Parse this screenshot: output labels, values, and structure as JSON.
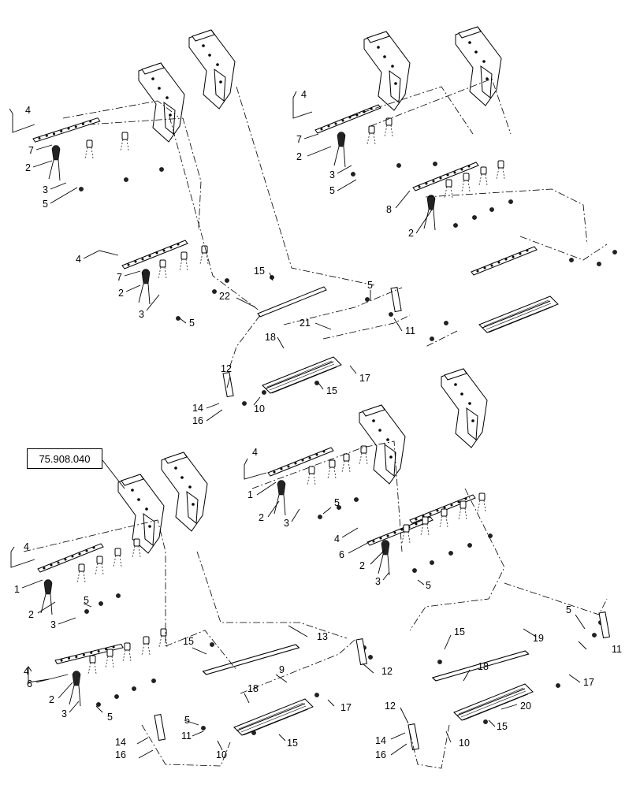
{
  "reference_box": "75.908.040",
  "callouts": [
    {
      "id": "a4",
      "text": "4"
    },
    {
      "id": "a7",
      "text": "7"
    },
    {
      "id": "a2",
      "text": "2"
    },
    {
      "id": "a3",
      "text": "3"
    },
    {
      "id": "a5",
      "text": "5"
    },
    {
      "id": "b4",
      "text": "4"
    },
    {
      "id": "b7",
      "text": "7"
    },
    {
      "id": "b2",
      "text": "2"
    },
    {
      "id": "b3",
      "text": "3"
    },
    {
      "id": "b5",
      "text": "5"
    },
    {
      "id": "c15",
      "text": "15"
    },
    {
      "id": "c22",
      "text": "22"
    },
    {
      "id": "c5",
      "text": "5"
    },
    {
      "id": "c21",
      "text": "21"
    },
    {
      "id": "c11",
      "text": "11"
    },
    {
      "id": "c18",
      "text": "18"
    },
    {
      "id": "c12",
      "text": "12"
    },
    {
      "id": "c17",
      "text": "17"
    },
    {
      "id": "c15b",
      "text": "15"
    },
    {
      "id": "c14",
      "text": "14"
    },
    {
      "id": "c10",
      "text": "10"
    },
    {
      "id": "c16",
      "text": "16"
    },
    {
      "id": "d4",
      "text": "4"
    },
    {
      "id": "d7",
      "text": "7"
    },
    {
      "id": "d2",
      "text": "2"
    },
    {
      "id": "d3",
      "text": "3"
    },
    {
      "id": "d5",
      "text": "5"
    },
    {
      "id": "d8",
      "text": "8"
    },
    {
      "id": "d2b",
      "text": "2"
    },
    {
      "id": "e4",
      "text": "4"
    },
    {
      "id": "e1",
      "text": "1"
    },
    {
      "id": "e2",
      "text": "2"
    },
    {
      "id": "e3",
      "text": "3"
    },
    {
      "id": "e5",
      "text": "5"
    },
    {
      "id": "e4b",
      "text": "4"
    },
    {
      "id": "e6",
      "text": "6"
    },
    {
      "id": "e2b",
      "text": "2"
    },
    {
      "id": "e3b",
      "text": "3"
    },
    {
      "id": "e5b",
      "text": "5"
    },
    {
      "id": "f4",
      "text": "4"
    },
    {
      "id": "f1",
      "text": "1"
    },
    {
      "id": "f2",
      "text": "2"
    },
    {
      "id": "f3",
      "text": "3"
    },
    {
      "id": "f5",
      "text": "5"
    },
    {
      "id": "f15",
      "text": "15"
    },
    {
      "id": "f13",
      "text": "13"
    },
    {
      "id": "f4b",
      "text": "4"
    },
    {
      "id": "f6",
      "text": "6"
    },
    {
      "id": "f12",
      "text": "12"
    },
    {
      "id": "f9",
      "text": "9"
    },
    {
      "id": "f2b",
      "text": "2"
    },
    {
      "id": "f3b",
      "text": "3"
    },
    {
      "id": "f5b",
      "text": "5"
    },
    {
      "id": "f18",
      "text": "18"
    },
    {
      "id": "f17",
      "text": "17"
    },
    {
      "id": "f5c",
      "text": "5"
    },
    {
      "id": "f11",
      "text": "11"
    },
    {
      "id": "f15b",
      "text": "15"
    },
    {
      "id": "f14",
      "text": "14"
    },
    {
      "id": "f10",
      "text": "10"
    },
    {
      "id": "f16",
      "text": "16"
    },
    {
      "id": "g15",
      "text": "15"
    },
    {
      "id": "g19",
      "text": "19"
    },
    {
      "id": "g5",
      "text": "5"
    },
    {
      "id": "g11",
      "text": "11"
    },
    {
      "id": "g18",
      "text": "18"
    },
    {
      "id": "g17",
      "text": "17"
    },
    {
      "id": "g20",
      "text": "20"
    },
    {
      "id": "g12",
      "text": "12"
    },
    {
      "id": "g15b",
      "text": "15"
    },
    {
      "id": "g14",
      "text": "14"
    },
    {
      "id": "g10",
      "text": "10"
    },
    {
      "id": "g16",
      "text": "16"
    }
  ]
}
